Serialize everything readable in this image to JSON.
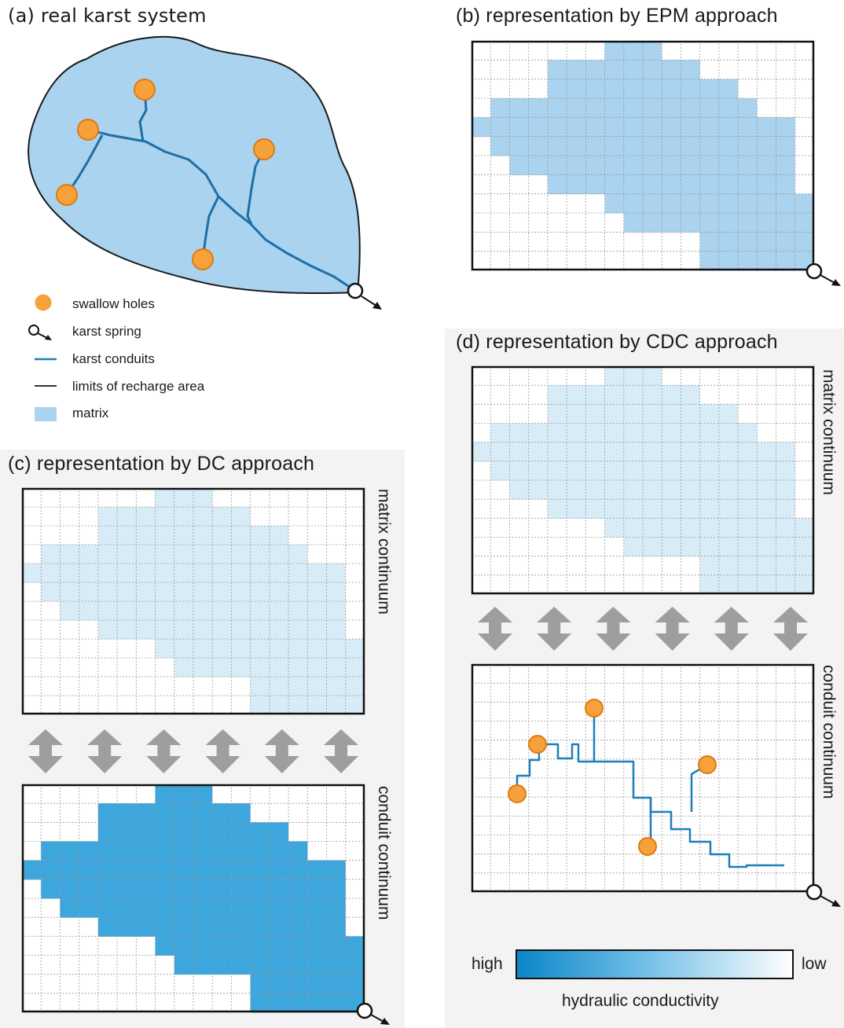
{
  "panels": {
    "a": {
      "title": "(a) real karst system"
    },
    "b": {
      "title": "(b) representation by EPM approach"
    },
    "c": {
      "title": "(c) representation by DC approach",
      "top_label": "matrix continuum",
      "bottom_label": "conduit continuum"
    },
    "d": {
      "title": "(d) representation by CDC approach",
      "top_label": "matrix continuum",
      "bottom_label": "conduit continuum"
    }
  },
  "legend": {
    "swallow_holes": "swallow holes",
    "karst_spring": "karst spring",
    "karst_conduits": "karst conduits",
    "limits": "limits of recharge area",
    "matrix": "matrix"
  },
  "colorbar": {
    "high": "high",
    "low": "low",
    "label": "hydraulic conductivity"
  },
  "colors": {
    "matrix": "#a9d3ee",
    "conduit_fill": "#3da6dc",
    "conduit_line": "#1e7fb8",
    "swallow_hole": "#f6a13c",
    "light_matrix": "#d8ecf8",
    "panel_bg": "#f3f3f3"
  }
}
